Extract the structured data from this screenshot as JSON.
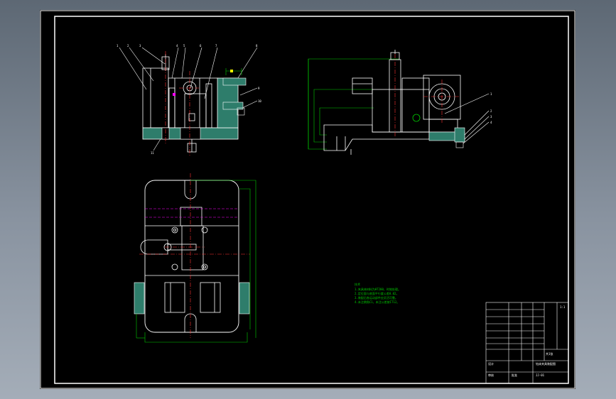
{
  "window": {
    "title": "",
    "background": "#77828e",
    "paper": "#000000"
  },
  "colors": {
    "outline": "#ffffff",
    "dimension": "#00cc00",
    "centerline": "#ff3333",
    "hidden": "#ff00ff",
    "section_fill": "#2e7d6b",
    "accent": "#ffff00"
  },
  "drawing": {
    "views": [
      "front-section-view",
      "side-view",
      "plan-view"
    ],
    "notes_heading": "技术",
    "notes_lines": [
      "1.夹具体材料为HT200，时效处理。",
      "2.定位面与底面平行度公差0.02。",
      "3.装配后各运动部件应灵活可靠。",
      "4.未注倒角C1，未注公差按IT12。"
    ]
  },
  "title_block": {
    "design_label": "设计",
    "check_label": "审核",
    "approve_label": "批准",
    "name": "钻床夹具装配图",
    "drawing_no": "JJ-01",
    "scale": "1:1",
    "sheet": "共1张"
  }
}
